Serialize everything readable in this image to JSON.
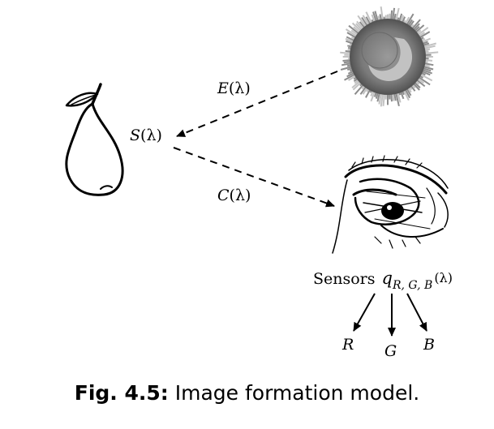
{
  "labels": {
    "illumination": {
      "fn": "E",
      "arg": "(λ)"
    },
    "reflectance": {
      "fn": "S",
      "arg": "(λ)"
    },
    "camera": {
      "fn": "C",
      "arg": "(λ)"
    }
  },
  "sensors": {
    "word": "Sensors",
    "symbol": "q",
    "subscript": "R, G, B",
    "arg": "(λ)"
  },
  "channels": [
    "R",
    "G",
    "B"
  ],
  "caption": {
    "number": "Fig. 4.5:",
    "text": " Image formation model."
  },
  "colors": {
    "ink": "#000000",
    "sun_dark": "#555555",
    "sun_mid": "#8c8c8c",
    "sun_light": "#c2c2c2"
  },
  "icons": [
    "pear-icon",
    "sun-icon",
    "eye-icon"
  ]
}
